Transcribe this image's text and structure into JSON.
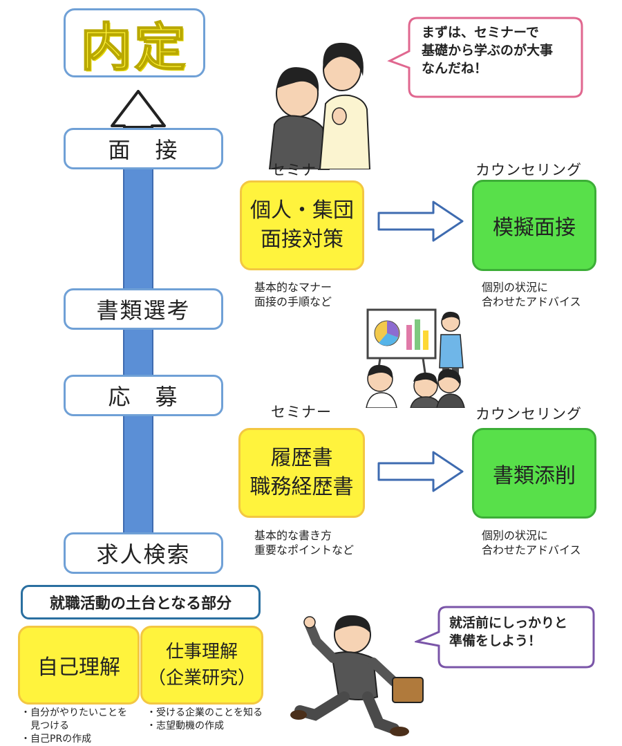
{
  "naitei": "内定",
  "stages": {
    "mensetsu": "面　接",
    "shorui": "書類選考",
    "oubo": "応　募",
    "kyujin": "求人検索"
  },
  "bubble_top": "まずは、セミナーで\n基礎から学ぶのが大事\nなんだね！",
  "bubble_bottom": "就活前にしっかりと\n準備をしよう！",
  "row1": {
    "seminar_label": "セミナー",
    "seminar_title": "個人・集団\n面接対策",
    "seminar_note": "基本的なマナー\n面接の手順など",
    "counsel_label": "カウンセリング",
    "counsel_title": "模擬面接",
    "counsel_note": "個別の状況に\n合わせたアドバイス"
  },
  "row2": {
    "seminar_label": "セミナー",
    "seminar_title": "履歴書\n職務経歴書",
    "seminar_note": "基本的な書き方\n重要なポイントなど",
    "counsel_label": "カウンセリング",
    "counsel_title": "書類添削",
    "counsel_note": "個別の状況に\n合わせたアドバイス"
  },
  "foundation": {
    "heading": "就職活動の土台となる部分",
    "self_title": "自己理解",
    "self_notes": "・自分がやりたいことを\n　見つける\n・自己PRの作成",
    "job_title": "仕事理解\n（企業研究）",
    "job_notes": "・受ける企業のことを知る\n・志望動機の作成"
  },
  "colors": {
    "arrow": "#5b8fd6",
    "frame": "#6fa0d6",
    "yellow": "#fff33d",
    "green": "#58e04a",
    "bubble_top_border": "#e0678f",
    "bubble_bottom_border": "#7a55a8"
  }
}
